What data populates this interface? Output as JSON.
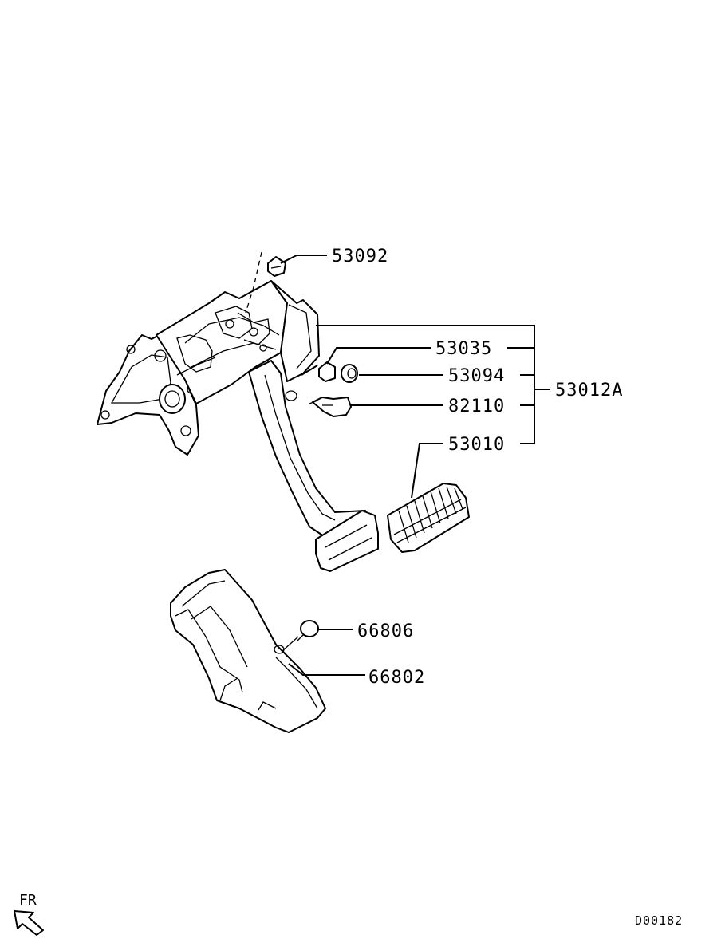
{
  "labels": {
    "p53092": "53092",
    "p53035": "53035",
    "p53094": "53094",
    "p82110": "82110",
    "p53010": "53010",
    "p53012A": "53012A",
    "p66806": "66806",
    "p66802": "66802"
  },
  "orientation": {
    "text": "FR",
    "icon": "direction-arrow-icon"
  },
  "diagram_code": "D00182"
}
